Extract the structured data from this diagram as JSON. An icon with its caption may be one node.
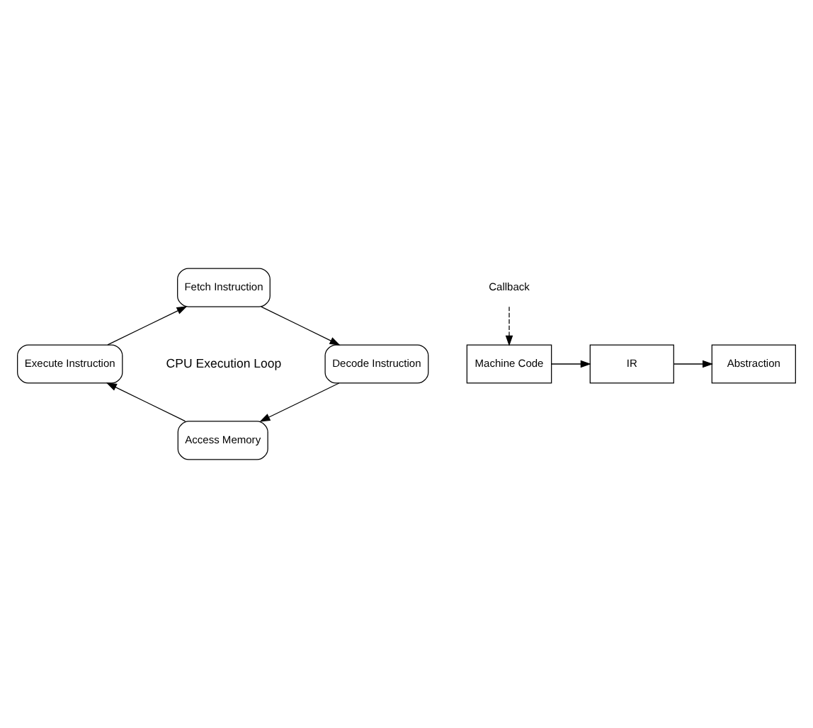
{
  "diagram": {
    "nodes": [
      {
        "text": [
          "Fetch Instruction"
        ]
      },
      {
        "text": [
          "Decode Instruction"
        ]
      },
      {
        "text": [
          "Access Memory"
        ]
      },
      {
        "text": [
          "Execute Instruction"
        ]
      },
      {
        "text": [
          "Callback"
        ]
      },
      {
        "text": [
          "Machine Code"
        ]
      },
      {
        "text": [
          "IR"
        ]
      },
      {
        "text": [
          "Abstraction"
        ]
      }
    ],
    "edges": [
      {
        "from": 0,
        "to": 1,
        "arrow": "to"
      },
      {
        "from": 1,
        "to": 2,
        "arrow": "to"
      },
      {
        "from": 2,
        "to": 3,
        "arrow": "to"
      },
      {
        "from": 3,
        "to": 0,
        "arrow": "to"
      },
      {
        "from": 4,
        "to": 5,
        "arrow": "to",
        "style": "dashed"
      },
      {
        "from": 5,
        "to": 6,
        "arrow": "to"
      },
      {
        "from": 6,
        "to": 7,
        "arrow": "to"
      }
    ],
    "labels": [
      "CPU Execution Loop"
    ]
  }
}
